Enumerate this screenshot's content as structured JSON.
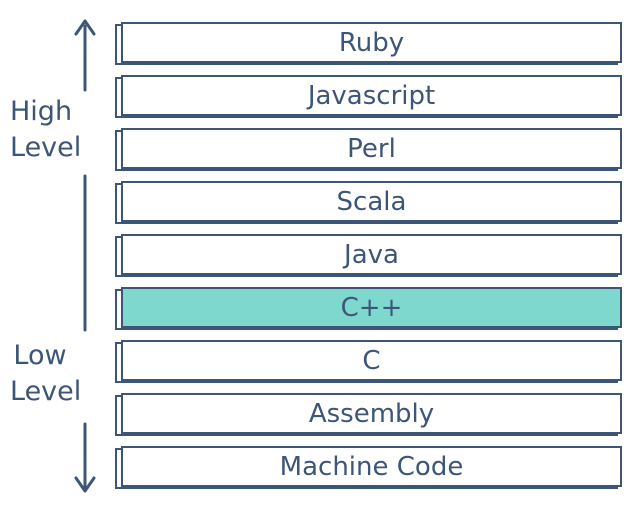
{
  "labels": {
    "high_line1": "High",
    "high_line2": "Level",
    "low_line1": "Low",
    "low_line2": "Level"
  },
  "layers": [
    {
      "name": "Ruby",
      "highlighted": false
    },
    {
      "name": "Javascript",
      "highlighted": false
    },
    {
      "name": "Perl",
      "highlighted": false
    },
    {
      "name": "Scala",
      "highlighted": false
    },
    {
      "name": "Java",
      "highlighted": false
    },
    {
      "name": "C++",
      "highlighted": true
    },
    {
      "name": "C",
      "highlighted": false
    },
    {
      "name": "Assembly",
      "highlighted": false
    },
    {
      "name": "Machine Code",
      "highlighted": false
    }
  ],
  "colors": {
    "ink": "#3d5678",
    "highlight": "#7fd8ce",
    "background": "#ffffff"
  }
}
